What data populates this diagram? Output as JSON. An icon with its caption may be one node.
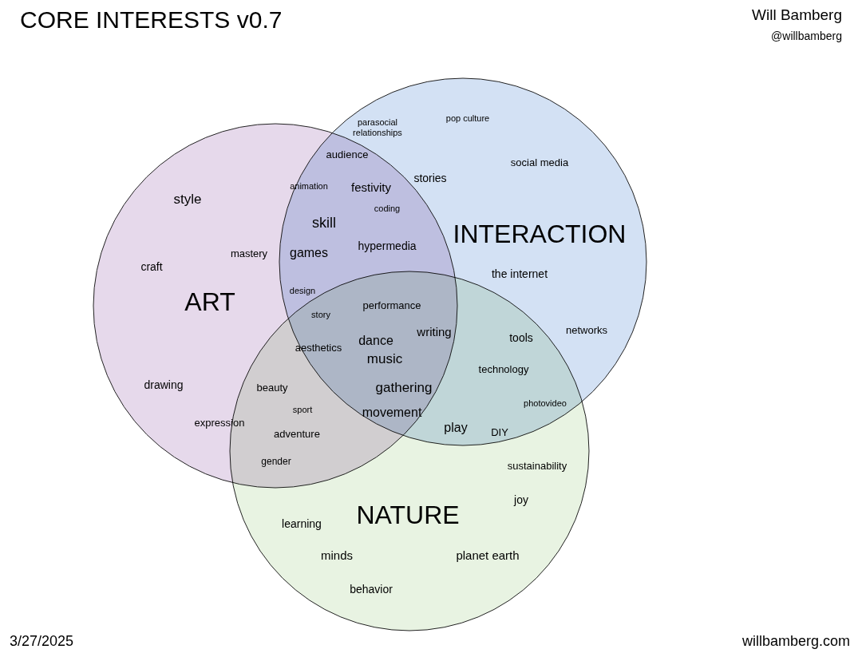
{
  "diagram": {
    "title": "CORE INTERESTS v0.7",
    "nodes": [
      {
        "text": [
          "ART"
        ]
      },
      {
        "text": [
          "INTERACTION"
        ]
      },
      {
        "text": [
          "NATURE"
        ]
      }
    ],
    "labels": [
      "Will Bamberg",
      "@willbamberg",
      "parasocial relationships",
      "pop culture",
      "audience",
      "social media",
      "stories",
      "style",
      "animation",
      "festivity",
      "coding",
      "skill",
      "mastery",
      "craft",
      "games",
      "hypermedia",
      "the internet",
      "design",
      "performance",
      "story",
      "writing",
      "networks",
      "tools",
      "aesthetics",
      "dance",
      "music",
      "technology",
      "drawing",
      "beauty",
      "gathering",
      "sport",
      "photovideo",
      "expression",
      "movement",
      "adventure",
      "play",
      "DIY",
      "gender",
      "sustainability",
      "joy",
      "learning",
      "minds",
      "planet earth",
      "behavior",
      "3/27/2025",
      "willbamberg.com"
    ]
  }
}
